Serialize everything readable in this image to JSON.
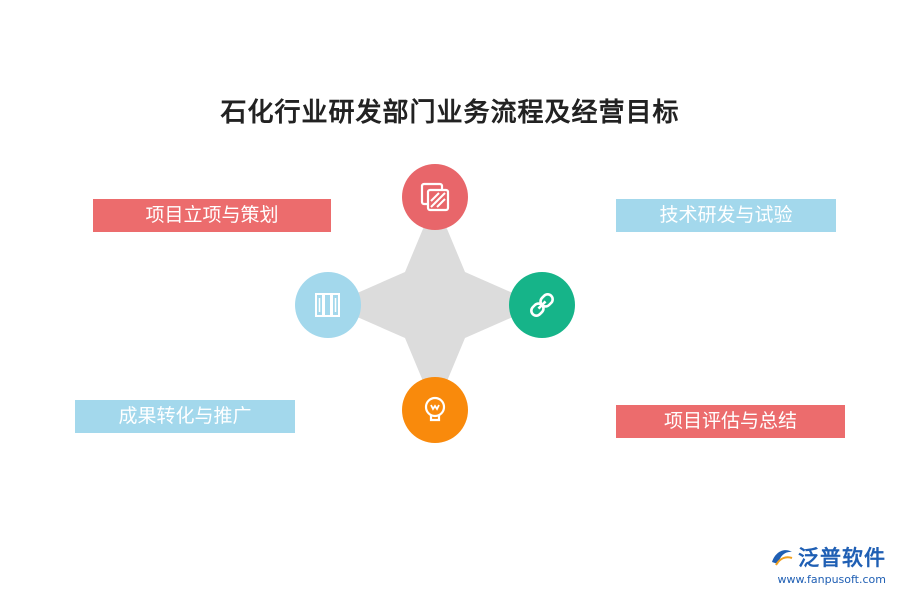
{
  "title": "石化行业研发部门业务流程及经营目标",
  "labels": [
    {
      "text": "项目立项与策划",
      "color": "#ec6c6d"
    },
    {
      "text": "技术研发与试验",
      "color": "#a3d8ec"
    },
    {
      "text": "成果转化与推广",
      "color": "#a3d8ec"
    },
    {
      "text": "项目评估与总结",
      "color": "#ec6c6d"
    }
  ],
  "icons": {
    "top": {
      "name": "layers-icon",
      "color": "#e8666a"
    },
    "left": {
      "name": "books-icon",
      "color": "#a3d8ec"
    },
    "right": {
      "name": "link-icon",
      "color": "#16b489"
    },
    "bottom": {
      "name": "lightbulb-icon",
      "color": "#f98a0c"
    }
  },
  "hub_color": "#dcdcdc",
  "logo": {
    "name": "泛普软件",
    "url": "www.fanpusoft.com",
    "color": "#1f5fb4"
  }
}
